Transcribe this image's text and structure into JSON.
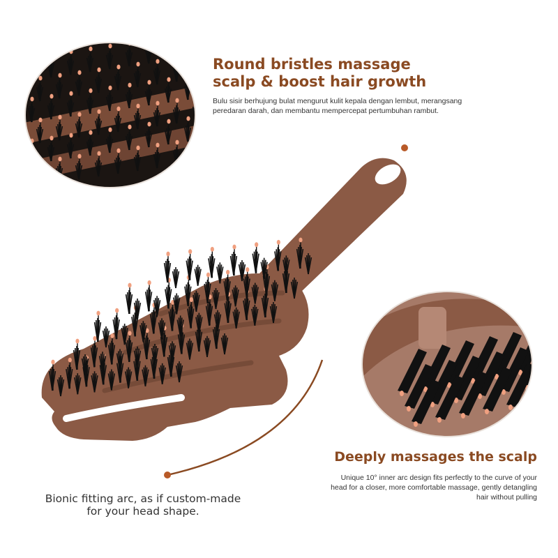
{
  "colors": {
    "accent_text": "#8a4a22",
    "brush_body": "#8b5a45",
    "brush_shadow": "#6e4433",
    "bristle": "#111111",
    "tip": "#f0a080",
    "dot": "#b85a28"
  },
  "feature_top": {
    "title_line1": "Round bristles massage",
    "title_line2": "scalp & boost hair growth",
    "description": "Bulu sisir berhujung bulat mengurut kulit kepala dengan lembut, merangsang peredaran darah, dan membantu mempercepat pertumbuhan rambut."
  },
  "feature_right": {
    "title": "Deeply massages the scalp",
    "description": "Unique 10° inner arc design fits perfectly to the curve of your head for a closer, more comfortable massage, gently detangling hair without pulling"
  },
  "feature_left": {
    "caption_line1": "Bionic fitting arc, as if custom-made",
    "caption_line2": "for your head shape."
  }
}
